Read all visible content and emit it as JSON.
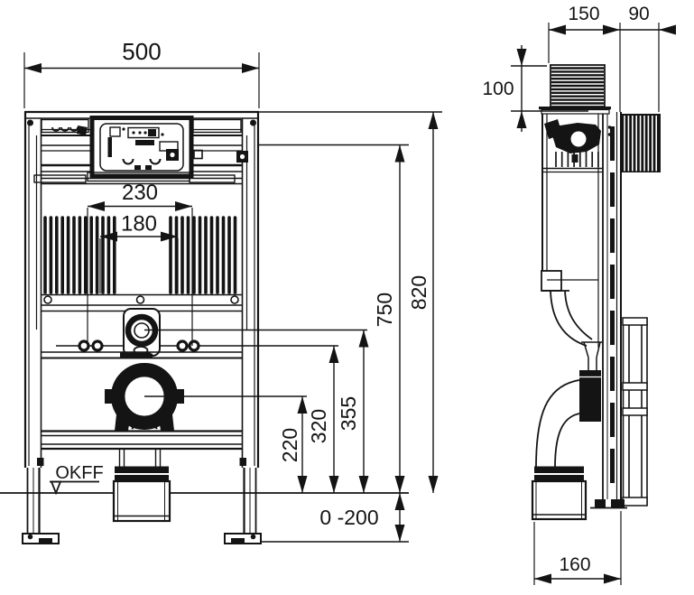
{
  "drawing": {
    "title": "wc-prewall-installation-frame-dimension-drawing",
    "background": "#ffffff",
    "ink": "#141414",
    "views": [
      "front-view",
      "side-view"
    ]
  },
  "labels": {
    "front": {
      "frame_width": "500",
      "fixing_spacing_outer": "230",
      "fixing_spacing_inner": "180",
      "cistern_top_height": "750",
      "frame_height": "820",
      "flush_bend_height": "355",
      "fixing_rod_height": "320",
      "waste_outlet_height": "220",
      "leg_adjust_range": "0 -200",
      "floor_level": "OKFF"
    },
    "side": {
      "frame_depth": "150",
      "rail_depth": "90",
      "cover_height": "100",
      "outlet_offset": "160"
    }
  }
}
